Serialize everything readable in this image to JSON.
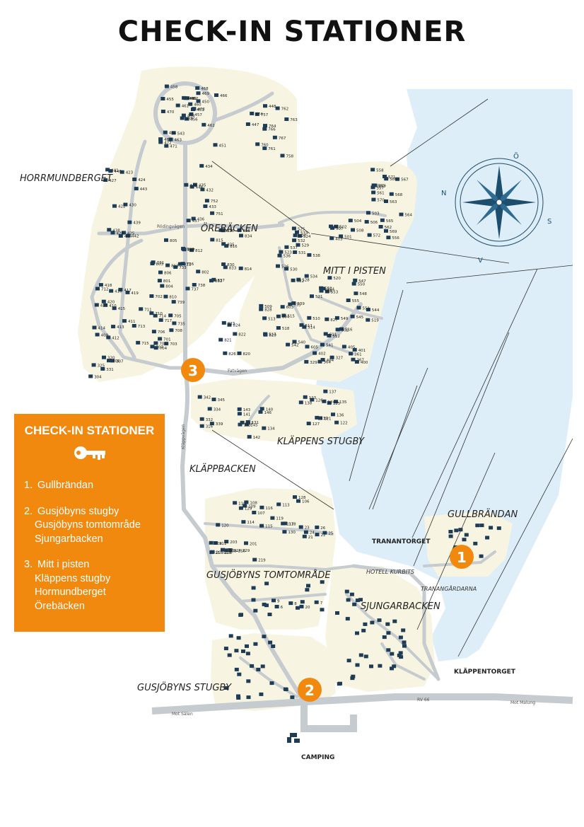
{
  "title": "CHECK-IN STATIONER",
  "legend": {
    "title": "CHECK-IN STATIONER",
    "icon": "key-icon",
    "stations": [
      {
        "number": "1.",
        "lines": [
          "Gullbrändan"
        ]
      },
      {
        "number": "2.",
        "lines": [
          "Gusjöbyns stugby",
          "Gusjöbyns tomtområde",
          "Sjungarbacken"
        ]
      },
      {
        "number": "3.",
        "lines": [
          "Mitt i pisten",
          "Kläppens stugby",
          "Hormundberget",
          "Örebäcken"
        ]
      }
    ]
  },
  "map_labels": {
    "horrmundberget": "HORRMUNDBERGET",
    "orebacken": "ÖREBÄCKEN",
    "mitt_i_pisten": "MITT I PISTEN",
    "klappens_stugby": "KLÄPPENS STUGBY",
    "klappbacken": "KLÄPPBACKEN",
    "gullbrandan": "GULLBRÄNDAN",
    "gusjobyns_tomtomrade": "GUSJÖBYNS TOMTOMRÅDE",
    "sjungarbacken": "SJUNGARBACKEN",
    "gusjobyns_stugby": "GUSJÖBYNS STUGBY",
    "tranantorget": "TRANANTORGET",
    "hotell_kurbits": "HOTELL KURBITS",
    "tranangardarna": "TRANANGÅRDARNA",
    "klappentorget": "KLÄPPENTORGET",
    "camping": "CAMPING",
    "rv66": "RV 66",
    "mot_salen": "Mot Sälen",
    "mot_malung": "Mot Malung",
    "rodingvagen": "Rödingvägen",
    "fatvagen": "Fatvägen",
    "klappvagen": "Kläppvägen"
  },
  "stations_on_map": [
    "1",
    "2",
    "3"
  ],
  "compass": [
    "N",
    "Ö",
    "S",
    "V"
  ],
  "house_numbers": [
    "456",
    "455",
    "454",
    "467",
    "453",
    "543",
    "468",
    "462",
    "469",
    "457",
    "458",
    "451",
    "470",
    "466",
    "459",
    "450",
    "471",
    "465",
    "460",
    "464",
    "461",
    "472",
    "463",
    "449",
    "473",
    "462",
    "474",
    "448",
    "447",
    "767",
    "763",
    "766",
    "761",
    "764",
    "757",
    "762",
    "760",
    "758",
    "751",
    "752",
    "434",
    "435",
    "446",
    "433",
    "436",
    "445",
    "432",
    "437",
    "444",
    "430",
    "438",
    "443",
    "427",
    "439",
    "442",
    "426",
    "440",
    "441",
    "425",
    "424",
    "423",
    "422",
    "421",
    "420",
    "419",
    "418",
    "417",
    "416",
    "415",
    "414",
    "413",
    "412",
    "411",
    "410",
    "409",
    "712",
    "711",
    "713",
    "710",
    "709",
    "714",
    "715",
    "717",
    "708",
    "707",
    "705",
    "706",
    "703",
    "704",
    "701",
    "702",
    "735",
    "736",
    "737",
    "733",
    "738",
    "731",
    "739",
    "808",
    "807",
    "806",
    "805",
    "802",
    "803",
    "801",
    "804",
    "810",
    "811",
    "812",
    "813",
    "814",
    "815",
    "816",
    "830",
    "831",
    "832",
    "833",
    "834",
    "835",
    "836",
    "837",
    "825",
    "824",
    "823",
    "822",
    "821",
    "820",
    "826",
    "827",
    "828",
    "829",
    "605",
    "604",
    "603",
    "602",
    "601",
    "518",
    "517",
    "516",
    "515",
    "514",
    "513",
    "512",
    "511",
    "510",
    "509",
    "542",
    "541",
    "540",
    "539",
    "538",
    "537",
    "536",
    "535",
    "534",
    "533",
    "532",
    "531",
    "530",
    "529",
    "528",
    "527",
    "526",
    "525",
    "524",
    "523",
    "522",
    "521",
    "520",
    "519",
    "544",
    "545",
    "546",
    "547",
    "548",
    "549",
    "550",
    "551",
    "552",
    "553",
    "554",
    "555",
    "556",
    "557",
    "558",
    "559",
    "560",
    "561",
    "562",
    "563",
    "564",
    "565",
    "566",
    "567",
    "568",
    "569",
    "570",
    "571",
    "572",
    "501",
    "502",
    "503",
    "504",
    "505",
    "506",
    "507",
    "508",
    "403",
    "404",
    "405",
    "400",
    "401",
    "402",
    "367",
    "361",
    "364",
    "329",
    "327",
    "331",
    "325",
    "320",
    "301",
    "304",
    "307",
    "316",
    "332",
    "334",
    "345",
    "342",
    "339",
    "140",
    "141",
    "142",
    "143",
    "145",
    "146",
    "131",
    "132",
    "133",
    "134",
    "135",
    "136",
    "137",
    "138",
    "139",
    "121",
    "122",
    "123",
    "124",
    "125",
    "126",
    "127",
    "128",
    "129",
    "130",
    "113",
    "114",
    "115",
    "116",
    "117",
    "118",
    "119",
    "120",
    "106",
    "107",
    "108",
    "109",
    "110",
    "111",
    "112",
    "203",
    "201",
    "204",
    "201-208",
    "209-216",
    "217-223",
    "219",
    "224-229",
    "26",
    "25",
    "24",
    "23",
    "22",
    "21",
    "20",
    "9",
    "8",
    "7",
    "6"
  ],
  "colors": {
    "water": "#ddeef8",
    "terrain": "#f7f5e1",
    "road": "#c5cbcf",
    "building": "#1e3c56",
    "accent": "#f0890e",
    "compass": "#1e4e6e"
  }
}
